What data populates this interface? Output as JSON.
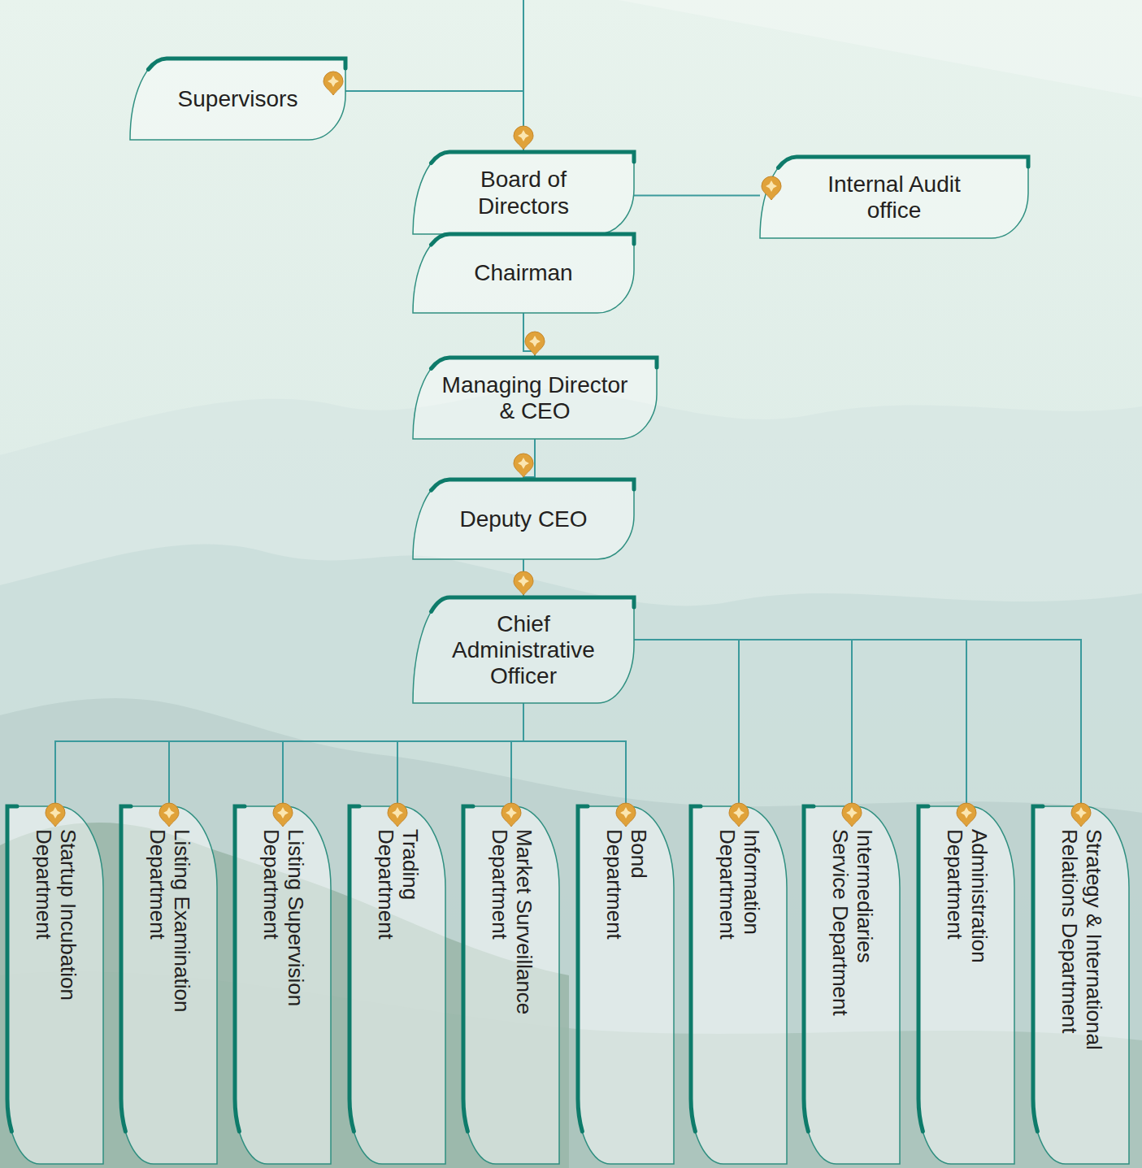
{
  "diagram": {
    "nodes": [
      {
        "text": [
          "Supervisors"
        ]
      },
      {
        "text": [
          "Board of Directors"
        ]
      },
      {
        "text": [
          "Internal Audit office"
        ]
      },
      {
        "text": [
          "Chairman"
        ]
      },
      {
        "text": [
          "Managing Director & CEO"
        ]
      },
      {
        "text": [
          "Deputy CEO"
        ]
      },
      {
        "text": [
          "Chief Administrative Officer"
        ]
      },
      {
        "text": [
          "Startup Incubation Department"
        ]
      },
      {
        "text": [
          "Listing Examination Department"
        ]
      },
      {
        "text": [
          "Listing Supervision Department"
        ]
      },
      {
        "text": [
          "Trading Department"
        ]
      },
      {
        "text": [
          "Market Surveillance Department"
        ]
      },
      {
        "text": [
          "Bond Department"
        ]
      },
      {
        "text": [
          "Information Department"
        ]
      },
      {
        "text": [
          "Intermediaries Service Department"
        ]
      },
      {
        "text": [
          "Administration Department"
        ]
      },
      {
        "text": [
          "Strategy & International Relations Department"
        ]
      }
    ],
    "edges": [
      {
        "from": 0,
        "to": 1,
        "arrow": "none"
      },
      {
        "from": 1,
        "to": 2,
        "arrow": "none"
      },
      {
        "from": 3,
        "to": 4,
        "arrow": "none"
      },
      {
        "from": 4,
        "to": 5,
        "arrow": "none"
      },
      {
        "from": 5,
        "to": 6,
        "arrow": "none"
      },
      {
        "from": 6,
        "to": 7,
        "arrow": "none"
      },
      {
        "from": 6,
        "to": 8,
        "arrow": "none"
      },
      {
        "from": 6,
        "to": 9,
        "arrow": "none"
      },
      {
        "from": 6,
        "to": 10,
        "arrow": "none"
      },
      {
        "from": 6,
        "to": 11,
        "arrow": "none"
      },
      {
        "from": 6,
        "to": 12,
        "arrow": "none"
      },
      {
        "from": 6,
        "to": 13,
        "arrow": "none"
      },
      {
        "from": 6,
        "to": 14,
        "arrow": "none"
      },
      {
        "from": 6,
        "to": 15,
        "arrow": "none"
      },
      {
        "from": 6,
        "to": 16,
        "arrow": "none"
      }
    ]
  }
}
